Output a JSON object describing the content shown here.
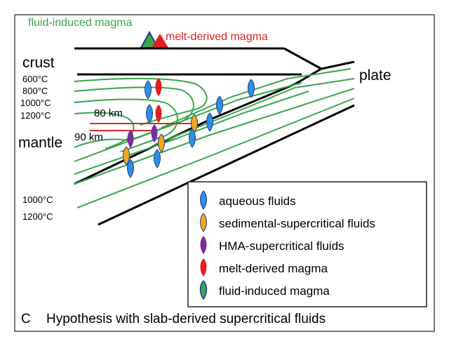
{
  "top_labels": {
    "fluid_induced": "fluid-induced magma",
    "melt_derived": "melt-derived magma"
  },
  "region_labels": {
    "crust": "crust",
    "mantle": "mantle",
    "plate": "plate"
  },
  "isotherms": {
    "t600": "600°C",
    "t800": "800°C",
    "t1000": "1000°C",
    "t1200": "1200°C",
    "t1000_lower": "1000°C",
    "t1200_lower": "1200°C"
  },
  "depths": {
    "d80": "80 km",
    "d90": "90 km"
  },
  "legend": {
    "items": [
      {
        "label": "aqueous fluids",
        "symbol": "aqueous-fluid-icon"
      },
      {
        "label": "sedimental-supercritical fluids",
        "symbol": "sedimental-supercritical-fluid-icon"
      },
      {
        "label": "HMA-supercritical fluids",
        "symbol": "hma-supercritical-fluid-icon"
      },
      {
        "label": "melt-derived magma",
        "symbol": "melt-derived-magma-icon"
      },
      {
        "label": "fluid-induced magma",
        "symbol": "fluid-induced-magma-icon"
      }
    ]
  },
  "caption": {
    "letter": "C",
    "text": "Hypothesis with slab-derived supercritical fluids"
  },
  "colors": {
    "isotherm": "#3aa64a",
    "depth_line": "#d12a2a",
    "fluid_induced": "#3aa64a",
    "melt_derived": "#e11f1f",
    "aqueous": "#2f8fe0",
    "sedimental": "#f2a81d",
    "hma": "#7a2f9c"
  }
}
